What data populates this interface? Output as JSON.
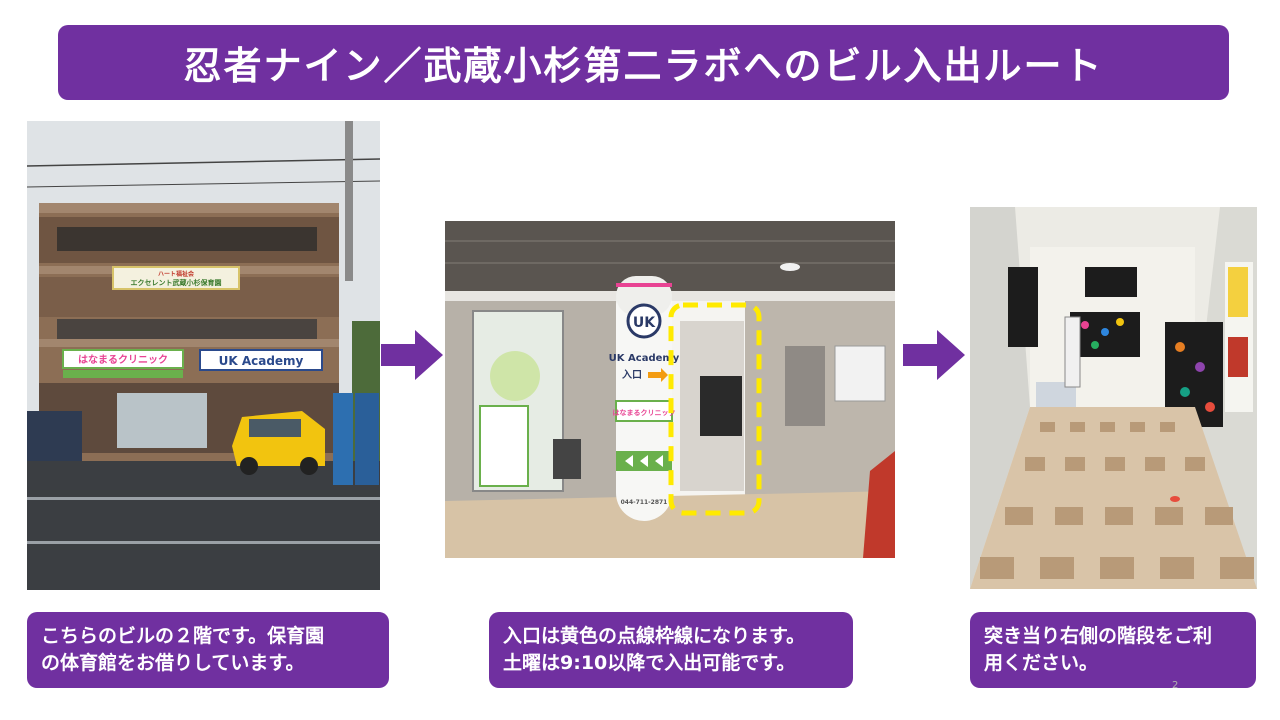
{
  "title": "忍者ナイン／武蔵小杉第二ラボへのビル入出ルート",
  "photos": {
    "building": {
      "signs": {
        "hanamaru": "はなまるクリニック",
        "uk_academy": "UK Academy",
        "nursery_line1": "ハート福祉会",
        "nursery_line2": "エクセレント武蔵小杉保育園"
      }
    },
    "entrance": {
      "pillar_logo": "UK",
      "pillar_name": "UK Academy",
      "pillar_entrance": "入口",
      "pillar_clinic": "はなまるクリニック",
      "phone": "044-711-2871",
      "highlight_color": "#ffea00"
    },
    "corridor": {}
  },
  "captions": [
    {
      "line1": "こちらのビルの２階です。保育園",
      "line2": "の体育館をお借りしています。"
    },
    {
      "line1": "入口は黄色の点線枠線になります。",
      "line2": "土曜は9:10以降で入出可能です。"
    },
    {
      "line1": "突き当り右側の階段をご利",
      "line2": "用ください。"
    }
  ],
  "page_number": "2",
  "colors": {
    "accent": "#7030a0"
  },
  "icons": {
    "step_arrow": "right-arrow-icon"
  }
}
